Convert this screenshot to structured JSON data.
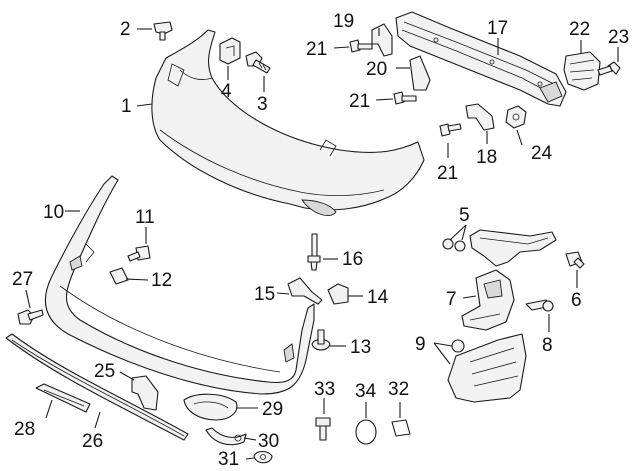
{
  "callouts": [
    {
      "id": "1",
      "text": "1"
    },
    {
      "id": "2",
      "text": "2"
    },
    {
      "id": "3",
      "text": "3"
    },
    {
      "id": "4",
      "text": "4"
    },
    {
      "id": "5",
      "text": "5"
    },
    {
      "id": "6",
      "text": "6"
    },
    {
      "id": "7",
      "text": "7"
    },
    {
      "id": "8",
      "text": "8"
    },
    {
      "id": "9",
      "text": "9"
    },
    {
      "id": "10",
      "text": "10"
    },
    {
      "id": "11",
      "text": "11"
    },
    {
      "id": "12",
      "text": "12"
    },
    {
      "id": "13",
      "text": "13"
    },
    {
      "id": "14",
      "text": "14"
    },
    {
      "id": "15",
      "text": "15"
    },
    {
      "id": "16",
      "text": "16"
    },
    {
      "id": "17",
      "text": "17"
    },
    {
      "id": "18",
      "text": "18"
    },
    {
      "id": "19",
      "text": "19"
    },
    {
      "id": "20",
      "text": "20"
    },
    {
      "id": "21a",
      "text": "21"
    },
    {
      "id": "21b",
      "text": "21"
    },
    {
      "id": "21c",
      "text": "21"
    },
    {
      "id": "22",
      "text": "22"
    },
    {
      "id": "23",
      "text": "23"
    },
    {
      "id": "24",
      "text": "24"
    },
    {
      "id": "25",
      "text": "25"
    },
    {
      "id": "26",
      "text": "26"
    },
    {
      "id": "27",
      "text": "27"
    },
    {
      "id": "28",
      "text": "28"
    },
    {
      "id": "29",
      "text": "29"
    },
    {
      "id": "30",
      "text": "30"
    },
    {
      "id": "31",
      "text": "31"
    },
    {
      "id": "32",
      "text": "32"
    },
    {
      "id": "33",
      "text": "33"
    },
    {
      "id": "34",
      "text": "34"
    }
  ]
}
